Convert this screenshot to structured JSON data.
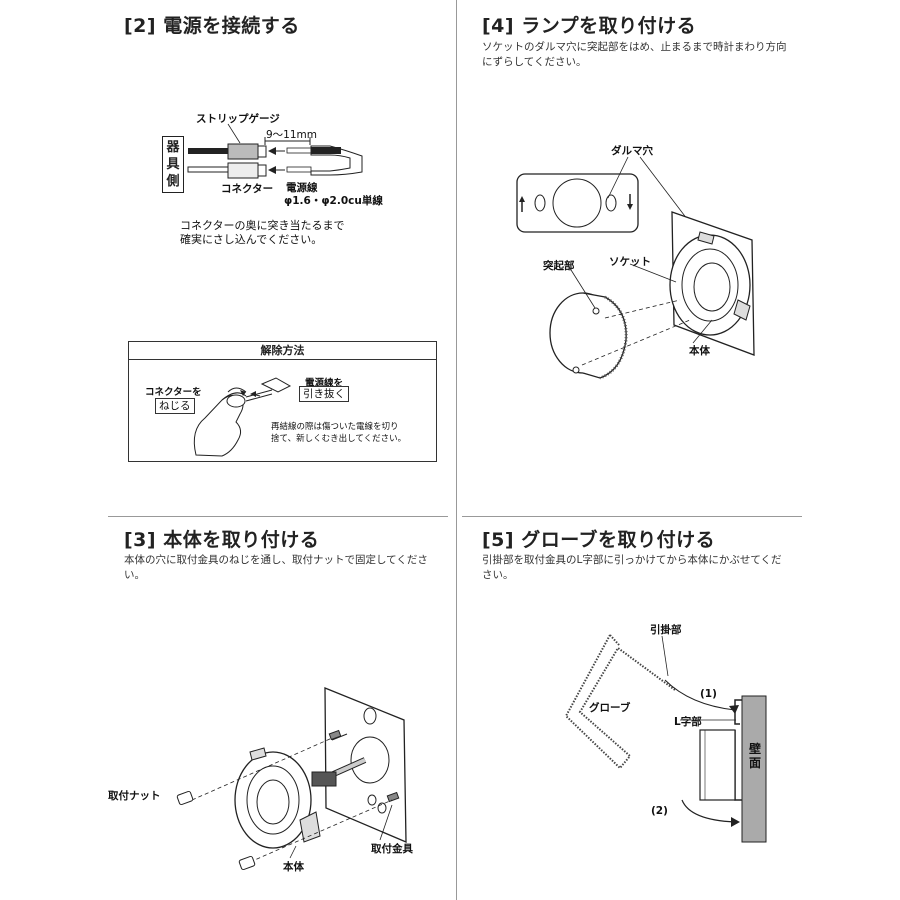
{
  "s2": {
    "title": "[2] 電源を接続する",
    "strip_gauge": "ストリップゲージ",
    "strip_len": "9～11mm",
    "device_side": [
      "器",
      "具",
      "側"
    ],
    "connector": "コネクター",
    "wire": "電源線",
    "wire_spec": "φ1.6・φ2.0cu単線",
    "note_lines": [
      "コネクターの奥に突き当たるまで",
      "確実にさし込んでください。"
    ],
    "release": {
      "title": "解除方法",
      "connector_label": "コネクターを",
      "twist": "ねじる",
      "wire_label": "電源線を",
      "pull": "引き抜く",
      "note_lines": [
        "再結線の際は傷ついた電線を切り",
        "捨て、新しくむき出してください。"
      ]
    }
  },
  "s4": {
    "title": "[4] ランプを取り付ける",
    "desc": "ソケットのダルマ穴に突起部をはめ、止まるまで時計まわり方向にずらしてください。",
    "daruma": "ダルマ穴",
    "protrusion": "突起部",
    "socket": "ソケット",
    "body": "本体"
  },
  "s3": {
    "title": "[3] 本体を取り付ける",
    "desc": "本体の穴に取付金具のねじを通し、取付ナットで固定してください。",
    "nut": "取付ナット",
    "body": "本体",
    "bracket": "取付金具"
  },
  "s5": {
    "title": "[5] グローブを取り付ける",
    "desc": "引掛部を取付金具のL字部に引っかけてから本体にかぶせてください。",
    "hook": "引掛部",
    "step1": "(1)",
    "glove": "グローブ",
    "lpart": "L字部",
    "wall": [
      "壁",
      "面"
    ],
    "step2": "(2)"
  }
}
